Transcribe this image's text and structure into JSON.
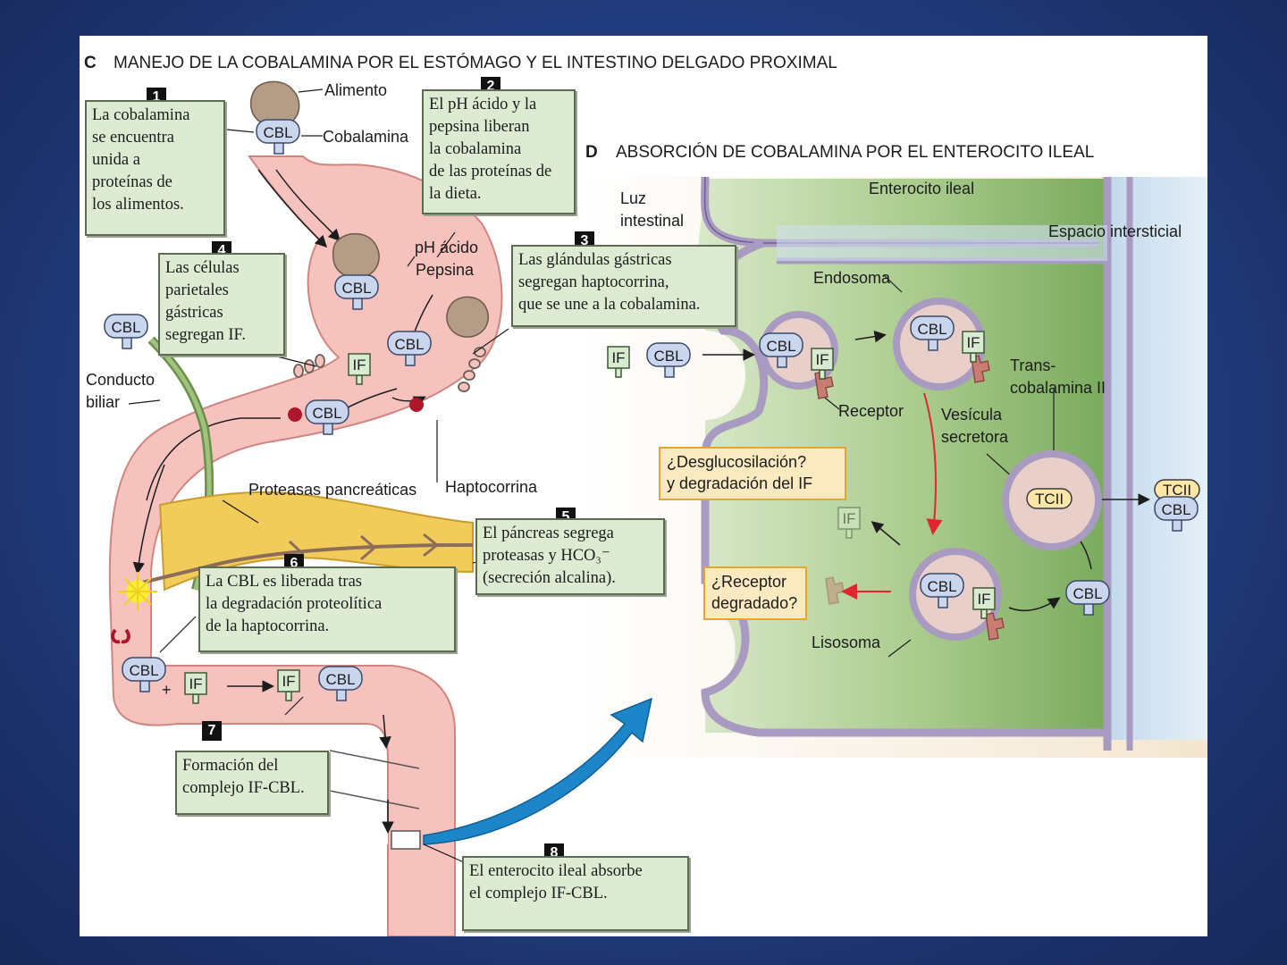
{
  "panel_c": {
    "letter": "C",
    "title": "MANEJO DE LA COBALAMINA POR EL ESTÓMAGO Y EL INTESTINO DELGADO PROXIMAL"
  },
  "panel_d": {
    "letter": "D",
    "title": "ABSORCIÓN DE COBALAMINA POR EL ENTEROCITO ILEAL"
  },
  "labels": {
    "alimento": "Alimento",
    "cobalamina": "Cobalamina",
    "ph_acido": "pH ácido",
    "pepsina": "Pepsina",
    "conducto_1": "Conducto",
    "conducto_2": "biliar",
    "proteasas": "Proteasas pancreáticas",
    "haptocorrina": "Haptocorrina",
    "luz_1": "Luz",
    "luz_2": "intestinal",
    "enterocito": "Enterocito ileal",
    "espacio": "Espacio intersticial",
    "endosoma": "Endosoma",
    "receptor": "Receptor",
    "trans_1": "Trans-",
    "trans_2": "cobalamina II",
    "vesicula_1": "Vesícula",
    "vesicula_2": "secretora",
    "lisosoma": "Lisosoma"
  },
  "molecules": {
    "cbl": "CBL",
    "if": "IF",
    "tcii": "TCII",
    "plus": "+"
  },
  "steps": [
    {
      "num": "1",
      "lines": [
        "La cobalamina",
        "se encuentra",
        "unida a",
        "proteínas de",
        "los alimentos."
      ]
    },
    {
      "num": "2",
      "lines": [
        "El pH ácido y la",
        "pepsina liberan",
        "la cobalamina",
        "de las proteínas de",
        "la dieta."
      ]
    },
    {
      "num": "3",
      "lines": [
        "Las glándulas gástricas",
        "segregan haptocorrina,",
        "que se une a la cobalamina."
      ]
    },
    {
      "num": "4",
      "lines": [
        "Las células",
        "parietales",
        "gástricas",
        "segregan IF."
      ]
    },
    {
      "num": "5",
      "lines": [
        "El páncreas segrega",
        "proteasas y HCO₃⁻",
        "(secreción alcalina)."
      ]
    },
    {
      "num": "6",
      "lines": [
        "La CBL es liberada tras",
        "la degradación proteolítica",
        "de la haptocorrina."
      ]
    },
    {
      "num": "7",
      "lines": [
        "Formación del",
        "complejo IF-CBL."
      ]
    },
    {
      "num": "8",
      "lines": [
        "El enterocito ileal absorbe",
        "el complejo IF-CBL."
      ]
    }
  ],
  "questions": {
    "desglucosilacion": [
      "¿Desglucosilación?",
      "y degradación del IF"
    ],
    "receptor": [
      "¿Receptor",
      "degradado?"
    ]
  },
  "colors": {
    "background": "#213c7d",
    "note_fill": "#dcebd2",
    "question_fill": "#fbe9bf",
    "stomach": "#f6c2bd",
    "cbl_fill": "#c9d6ee",
    "if_fill": "#d8ead0",
    "tcii_fill": "#fde6a6",
    "enterocyte": "#8bb86d",
    "lumen": "#f6ead8",
    "interstitial": "#c6dcec",
    "pancreas": "#f2cc5a",
    "arrow_blue": "#1c86c8"
  }
}
